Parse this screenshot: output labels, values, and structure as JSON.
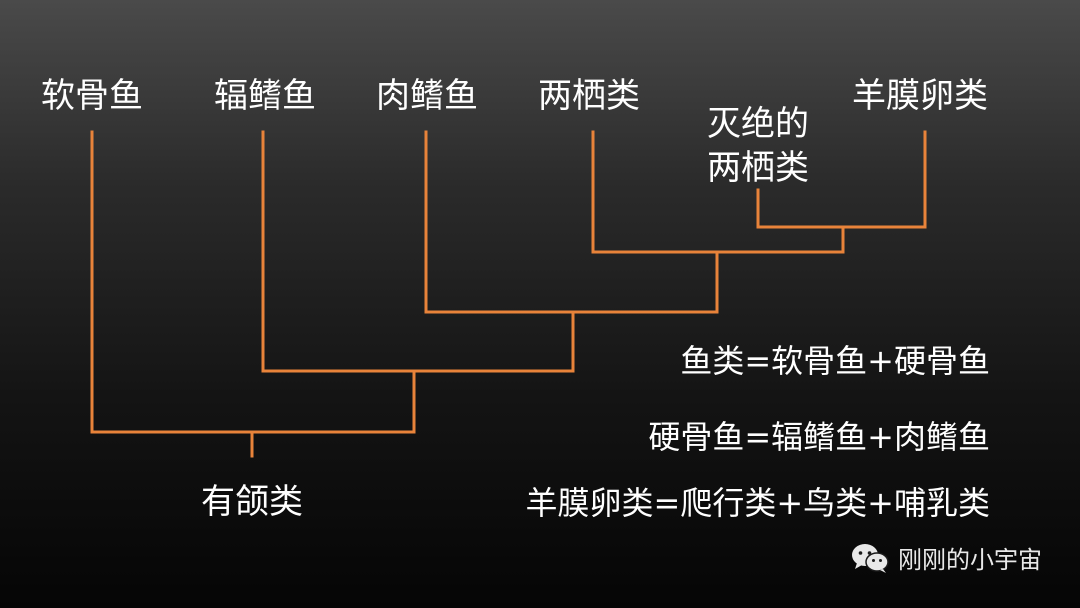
{
  "tree": {
    "line_color": "#e8833a",
    "taxa": [
      "软骨鱼",
      "辐鳍鱼",
      "肉鳍鱼",
      "两栖类",
      "灭绝的",
      "两栖类",
      "羊膜卵类"
    ],
    "root": "有颌类"
  },
  "equations": [
    "鱼类=软骨鱼+硬骨鱼",
    "硬骨鱼=辐鳍鱼+肉鳍鱼",
    "羊膜卵类=爬行类+鸟类+哺乳类"
  ],
  "watermark": {
    "icon": "wechat-icon",
    "text": "刚刚的小宇宙"
  }
}
